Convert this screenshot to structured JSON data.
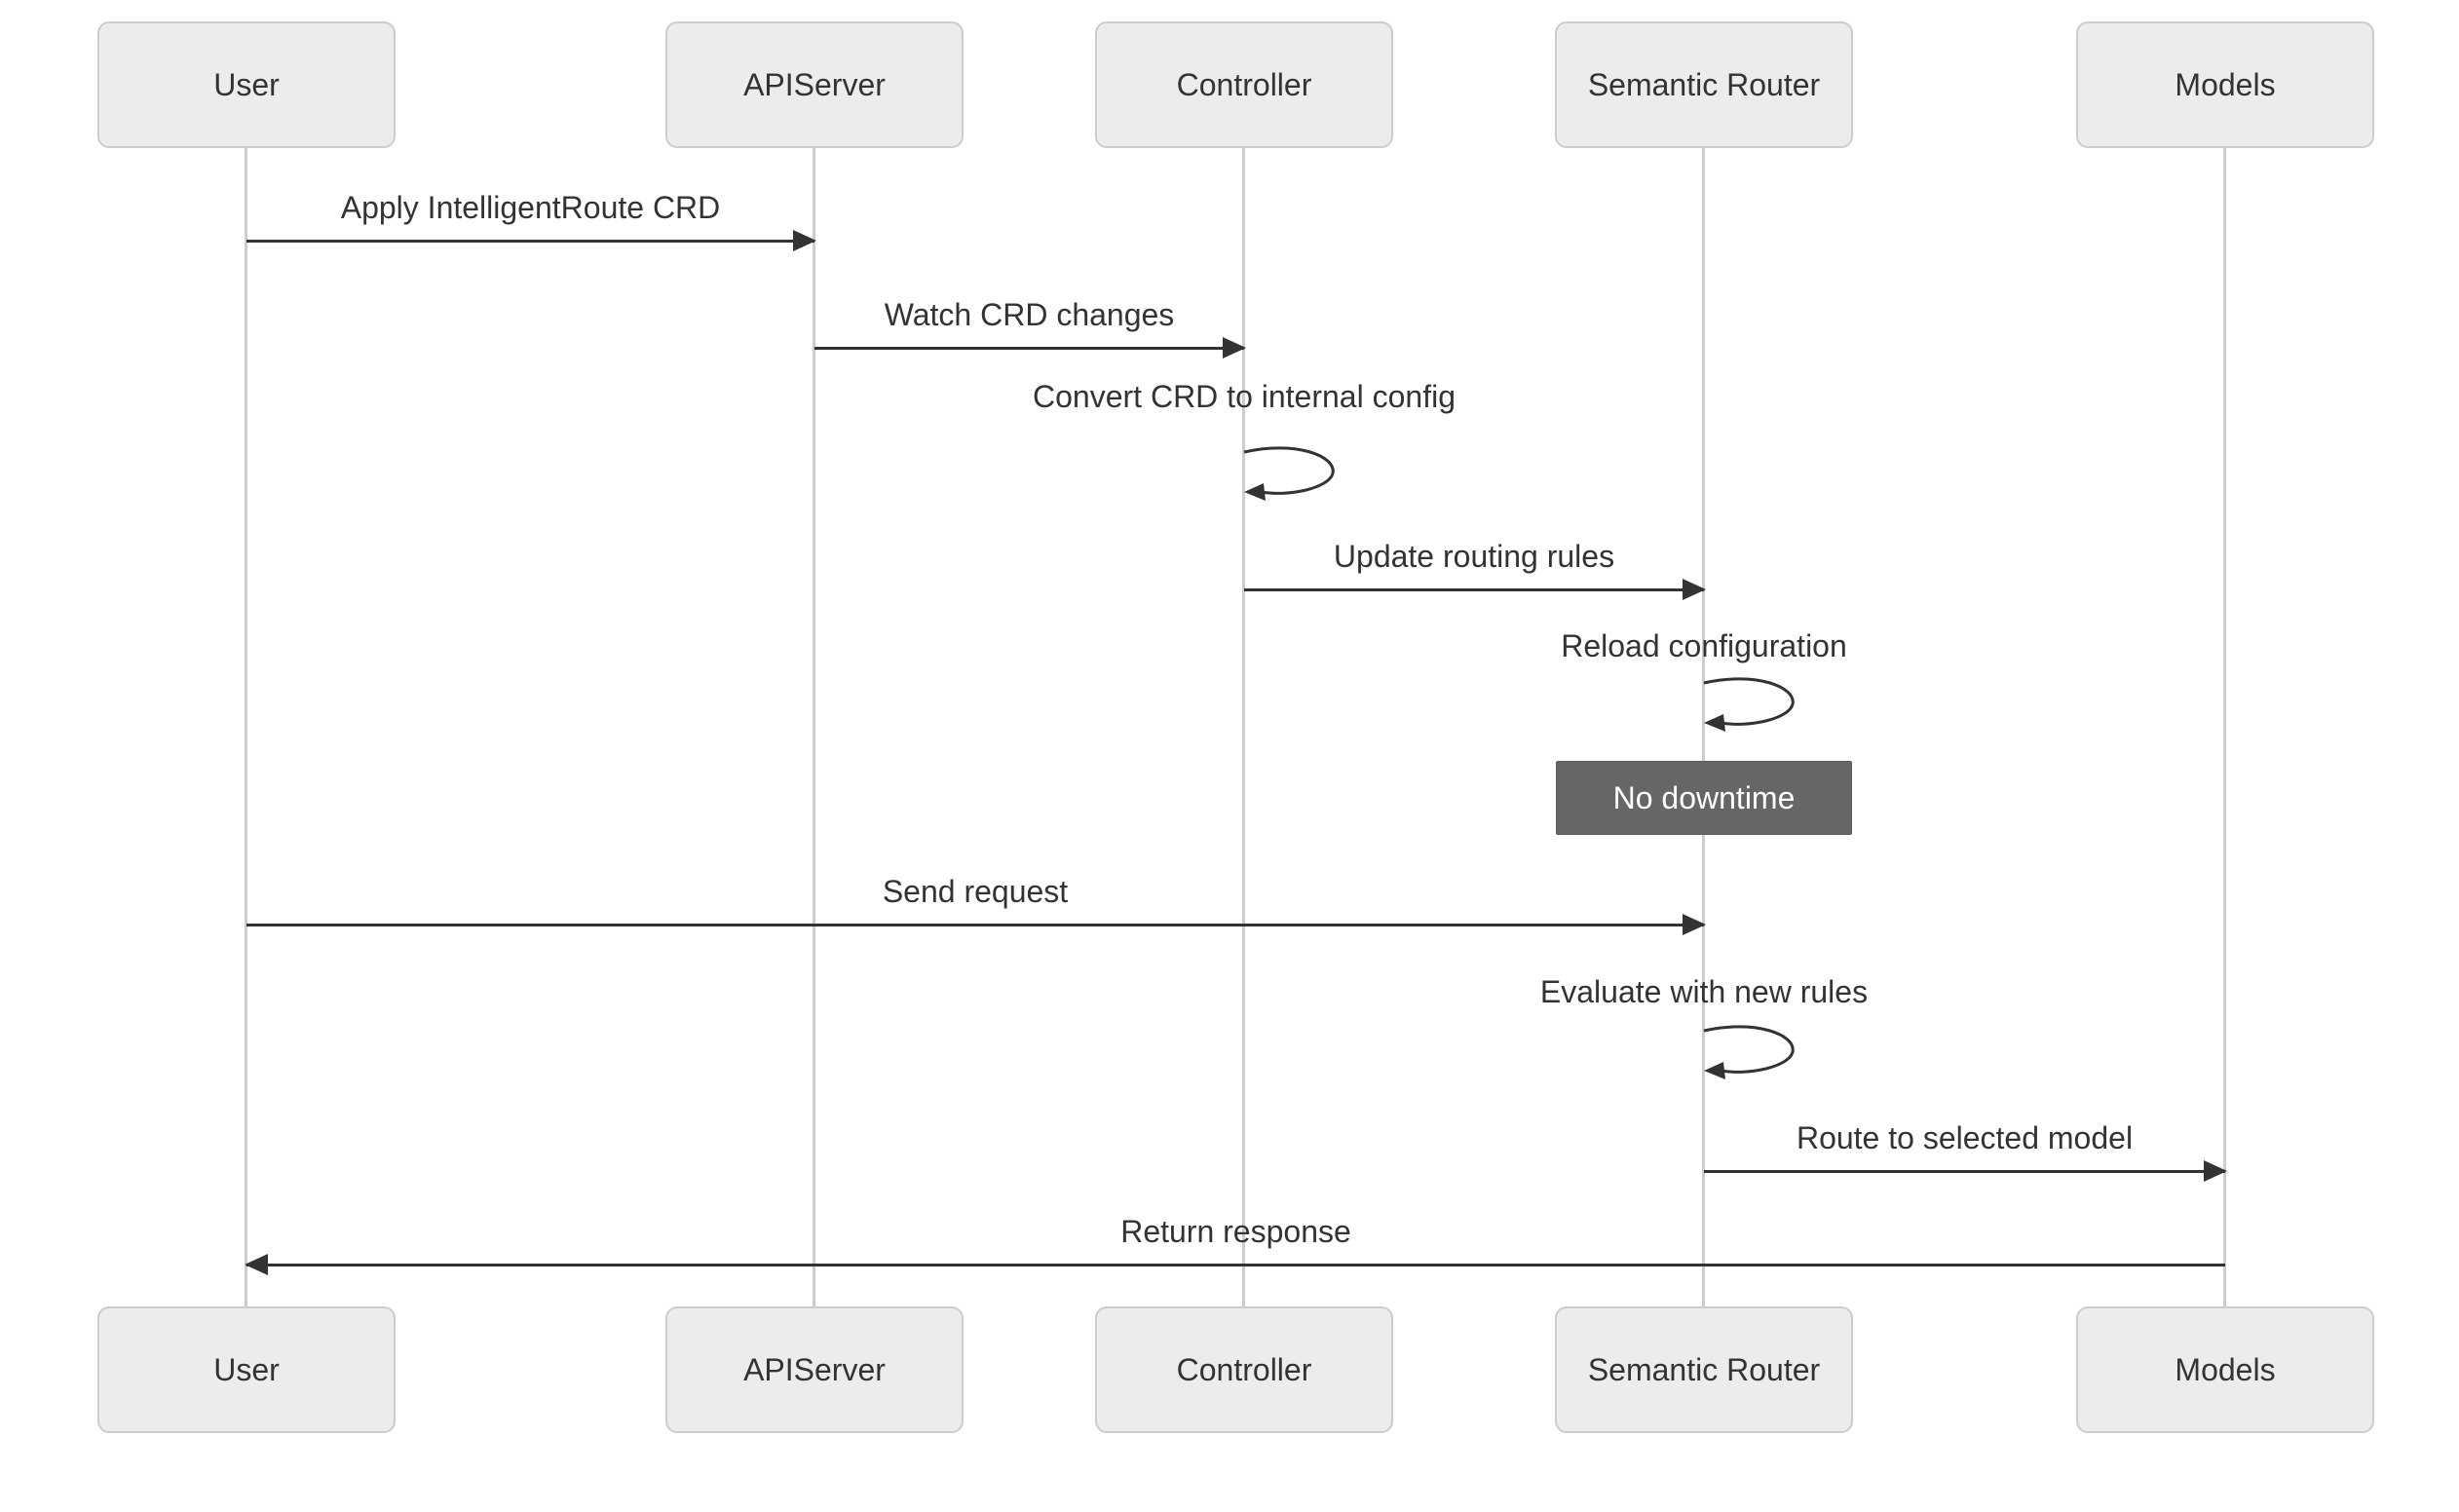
{
  "diagram": {
    "type": "sequence-diagram",
    "actors": [
      {
        "id": "user",
        "label": "User"
      },
      {
        "id": "apiserver",
        "label": "APIServer"
      },
      {
        "id": "controller",
        "label": "Controller"
      },
      {
        "id": "semantic-router",
        "label": "Semantic Router"
      },
      {
        "id": "models",
        "label": "Models"
      }
    ],
    "messages": [
      {
        "from": "User",
        "to": "APIServer",
        "direction": "right",
        "label": "Apply IntelligentRoute CRD"
      },
      {
        "from": "APIServer",
        "to": "Controller",
        "direction": "right",
        "label": "Watch CRD changes"
      },
      {
        "from": "Controller",
        "to": "Controller",
        "direction": "self",
        "label": "Convert CRD to internal config"
      },
      {
        "from": "Controller",
        "to": "Semantic Router",
        "direction": "right",
        "label": "Update routing rules"
      },
      {
        "from": "Semantic Router",
        "to": "Semantic Router",
        "direction": "self",
        "label": "Reload configuration"
      },
      {
        "from": "Semantic Router",
        "to": "Semantic Router",
        "direction": "note",
        "label": "No downtime"
      },
      {
        "from": "User",
        "to": "Semantic Router",
        "direction": "right",
        "label": "Send request"
      },
      {
        "from": "Semantic Router",
        "to": "Semantic Router",
        "direction": "self",
        "label": "Evaluate with new rules"
      },
      {
        "from": "Semantic Router",
        "to": "Models",
        "direction": "right",
        "label": "Route to selected model"
      },
      {
        "from": "Models",
        "to": "User",
        "direction": "left",
        "label": "Return response"
      }
    ],
    "colors": {
      "background": "#ffffff",
      "actor_fill": "#ececec",
      "actor_border": "#cccccc",
      "lifeline": "#cccccc",
      "arrow": "#333333",
      "text": "#333333",
      "note_fill": "#666666",
      "note_text": "#ffffff"
    }
  }
}
